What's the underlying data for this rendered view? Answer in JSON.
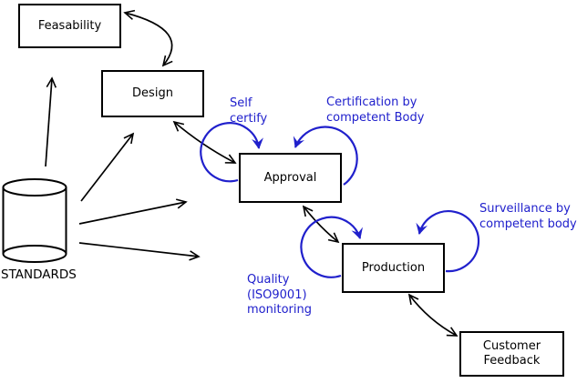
{
  "colors": {
    "background": "#ffffff",
    "line": "#000000",
    "annotation": "#2020cc"
  },
  "boxes": {
    "feasability": {
      "label": "Feasability"
    },
    "design": {
      "label": "Design"
    },
    "approval": {
      "label": "Approval"
    },
    "production": {
      "label": "Production"
    },
    "customer_feedback": {
      "line1": "Customer",
      "line2": "Feedback"
    }
  },
  "datastore": {
    "label": "STANDARDS",
    "shape": "cylinder-icon"
  },
  "annotations": {
    "self_certify": {
      "line1": "Self",
      "line2": "certify"
    },
    "certification": {
      "line1": "Certification by",
      "line2": "competent Body"
    },
    "surveillance": {
      "line1": "Surveillance by",
      "line2": "competent body"
    },
    "quality_monitoring": {
      "line1": "Quality",
      "line2": "(ISO9001)",
      "line3": "monitoring"
    }
  },
  "edges": [
    {
      "from": "feasability",
      "to": "design",
      "bidirectional": true
    },
    {
      "from": "design",
      "to": "approval",
      "bidirectional": true
    },
    {
      "from": "approval",
      "to": "production",
      "bidirectional": true
    },
    {
      "from": "production",
      "to": "customer_feedback",
      "bidirectional": true
    },
    {
      "from": "standards",
      "to": "feasability",
      "bidirectional": false
    },
    {
      "from": "standards",
      "to": "design",
      "bidirectional": false
    },
    {
      "from": "standards",
      "to": "approval",
      "bidirectional": false
    },
    {
      "from": "standards",
      "to": "production",
      "bidirectional": false
    },
    {
      "self_loop_on": "approval",
      "label_key": "self_certify"
    },
    {
      "self_loop_on": "approval",
      "label_key": "certification"
    },
    {
      "self_loop_on": "production",
      "label_key": "quality_monitoring"
    },
    {
      "self_loop_on": "production",
      "label_key": "surveillance"
    }
  ]
}
